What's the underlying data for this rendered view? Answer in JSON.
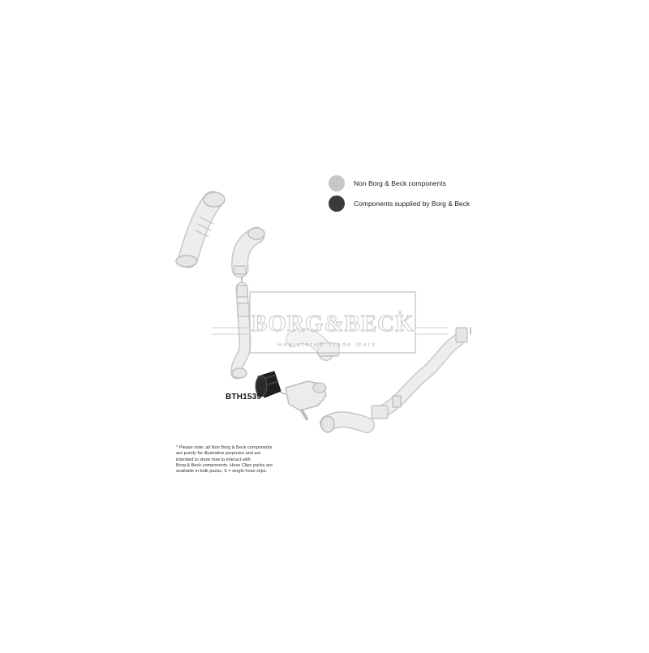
{
  "legend": {
    "items": [
      {
        "label": "Non Borg & Beck components",
        "color": "#c6c6c6"
      },
      {
        "label": "Components supplied by Borg & Beck",
        "color": "#3b3b3b"
      }
    ]
  },
  "part": {
    "number": "BTH1539",
    "color": "#1c1c1c"
  },
  "watermark": {
    "brand": "BORG&BECK",
    "reg_mark": "®",
    "tagline": "Registered Trade Mark"
  },
  "footnote": {
    "lines": [
      "* Please note: all Non Borg & Beck components",
      "are purely for illustrative purposes and are",
      "intended to show how to interact with",
      "Borg & Beck components. Hose Clips packs are",
      "available in bulk packs, S = single hose-clips."
    ]
  },
  "colors": {
    "component_fill": "#eeeeee",
    "component_stroke": "#c8c8c8",
    "supplied_fill": "#1f1f1f"
  }
}
